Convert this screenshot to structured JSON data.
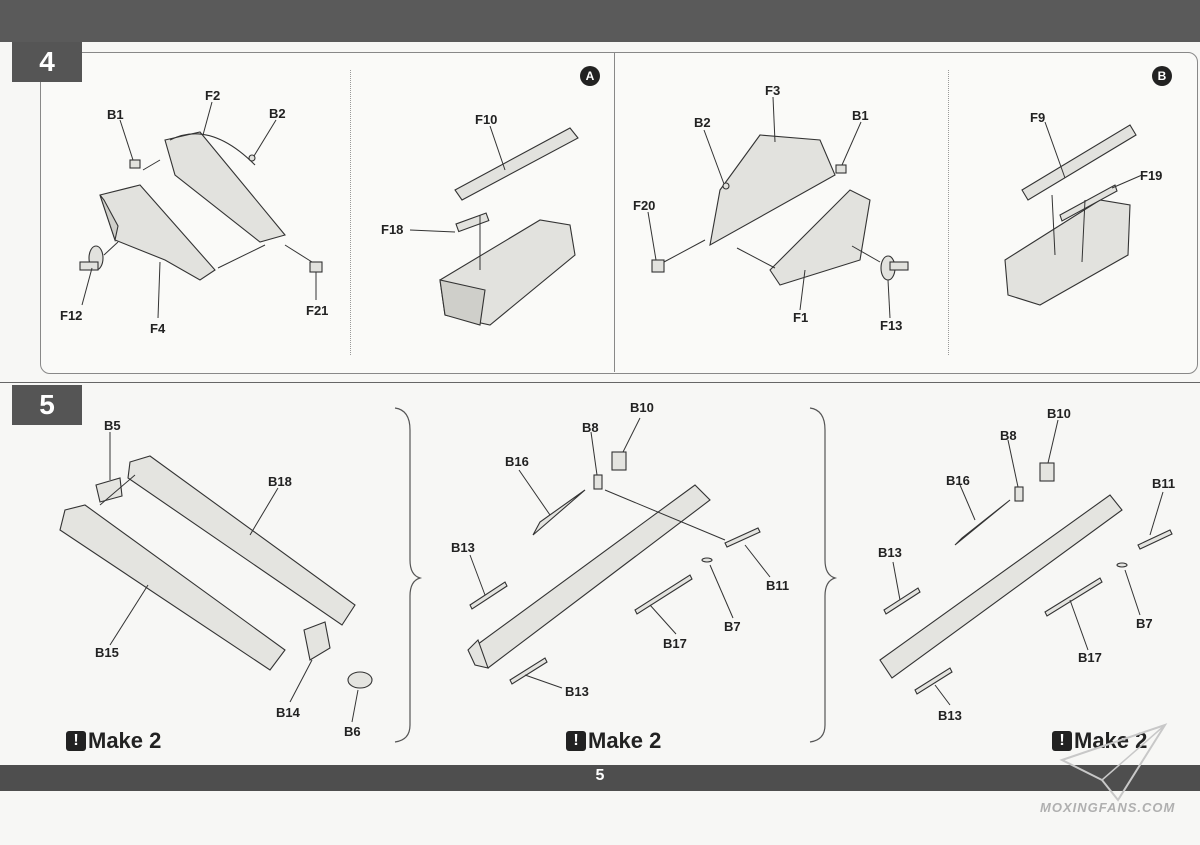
{
  "step4": {
    "number": "4",
    "callout_a": "A",
    "callout_b": "B",
    "labels": {
      "b1_left": "B1",
      "f2": "F2",
      "b2_left": "B2",
      "f12": "F12",
      "f4": "F4",
      "f21": "F21",
      "f10": "F10",
      "f18": "F18",
      "f3": "F3",
      "b2_right": "B2",
      "b1_right": "B1",
      "f20": "F20",
      "f1": "F1",
      "f13": "F13",
      "f9": "F9",
      "f19": "F19"
    }
  },
  "step5": {
    "number": "5",
    "labels": {
      "b5": "B5",
      "b18": "B18",
      "b15": "B15",
      "b14": "B14",
      "b6": "B6",
      "b10_mid": "B10",
      "b8_mid": "B8",
      "b16_mid": "B16",
      "b13_mid_top": "B13",
      "b11_mid": "B11",
      "b7_mid": "B7",
      "b17_mid": "B17",
      "b13_mid_bot": "B13",
      "b10_right": "B10",
      "b8_right": "B8",
      "b16_right": "B16",
      "b11_right": "B11",
      "b13_right_top": "B13",
      "b7_right": "B7",
      "b17_right": "B17",
      "b13_right_bot": "B13"
    },
    "make_note": "Make 2",
    "warn_glyph": "!"
  },
  "footer": {
    "page": "5"
  },
  "watermark": "MOXINGFANS.COM"
}
